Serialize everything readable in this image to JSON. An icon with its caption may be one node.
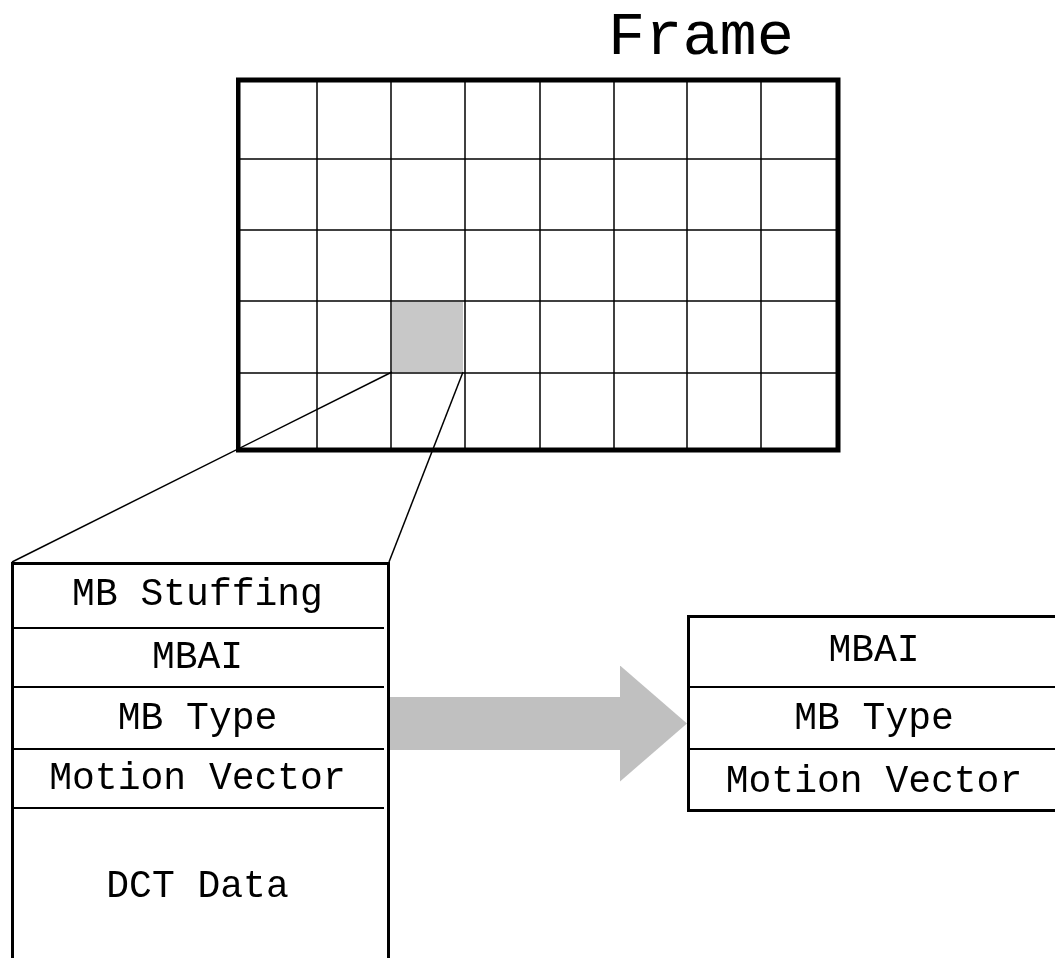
{
  "diagram": {
    "nodes": [
      {
        "text": [
          "Frame"
        ]
      },
      {
        "text": [],
        "shape": "box",
        "in": 0
      },
      {
        "text": [],
        "shape": "box"
      },
      {
        "text": [
          "MB Stuffing"
        ],
        "in": 2
      },
      {
        "text": [
          "MBAI"
        ],
        "in": 2
      },
      {
        "text": [
          "MB Type"
        ],
        "in": 2
      },
      {
        "text": [
          "Motion Vector"
        ],
        "in": 2
      },
      {
        "text": [
          "DCT Data"
        ],
        "in": 2
      },
      {
        "text": [],
        "shape": "box"
      },
      {
        "text": [
          "MBAI"
        ],
        "in": 8
      },
      {
        "text": [
          "MB Type"
        ],
        "in": 8
      },
      {
        "text": [
          "Motion Vector"
        ],
        "in": 8
      }
    ],
    "edges": [
      {
        "from": 1,
        "to": 2,
        "arrow": "none"
      },
      {
        "from": 1,
        "to": 2,
        "arrow": "none"
      },
      {
        "from": 2,
        "to": 8,
        "arrow": "to",
        "style": "thick",
        "color": "#c0c0c0"
      }
    ]
  }
}
